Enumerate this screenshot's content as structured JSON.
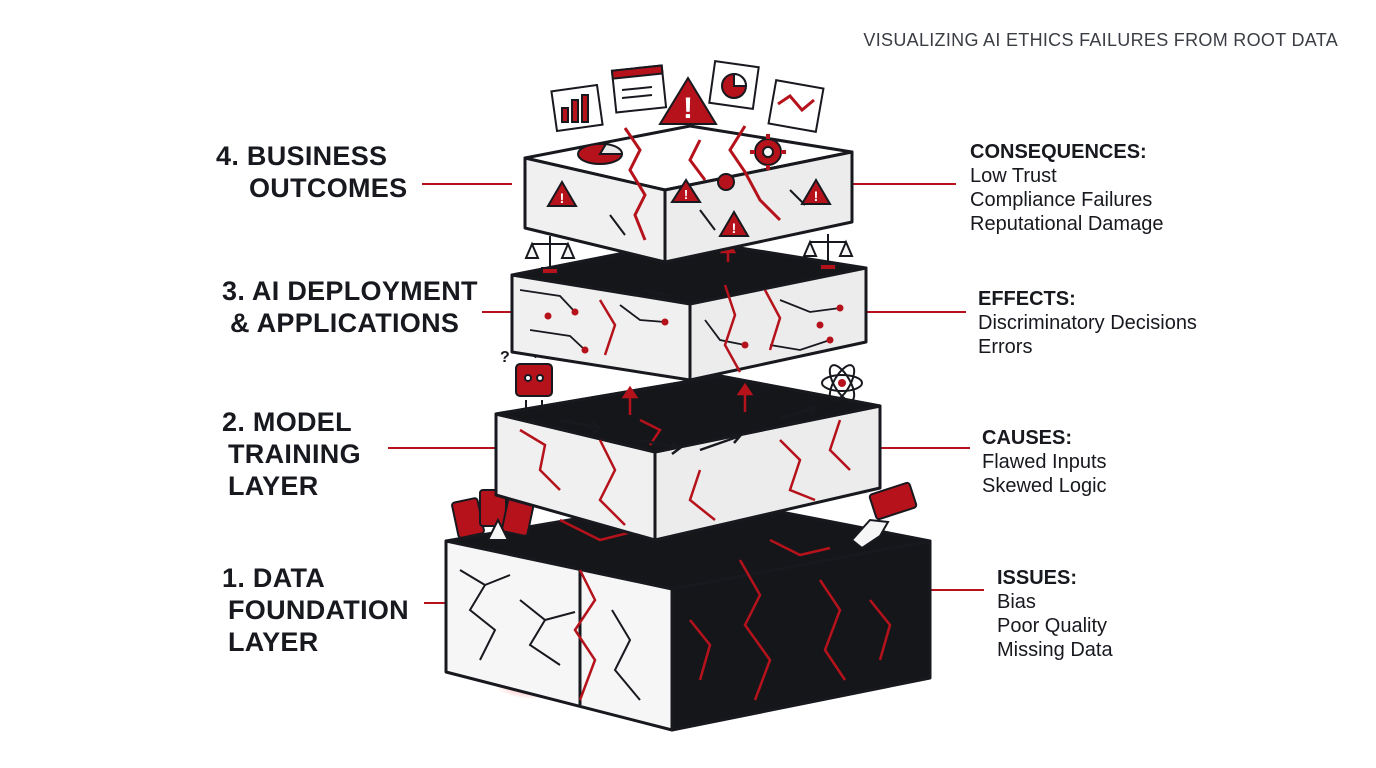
{
  "title": "VISUALIZING AI ETHICS FAILURES FROM ROOT DATA",
  "layers": [
    {
      "lines": [
        "4. BUSINESS",
        "OUTCOMES"
      ]
    },
    {
      "lines": [
        "3. AI DEPLOYMENT",
        "& APPLICATIONS"
      ]
    },
    {
      "lines": [
        "2. MODEL",
        "TRAINING",
        "LAYER"
      ]
    },
    {
      "lines": [
        "1. DATA",
        "FOUNDATION",
        "LAYER"
      ]
    }
  ],
  "annotations": [
    {
      "heading": "CONSEQUENCES:",
      "items": [
        "Low Trust",
        "Compliance Failures",
        "Reputational Damage"
      ]
    },
    {
      "heading": "EFFECTS:",
      "items": [
        "Discriminatory Decisions",
        "Errors"
      ]
    },
    {
      "heading": "CAUSES:",
      "items": [
        "Flawed Inputs",
        "Skewed Logic"
      ]
    },
    {
      "heading": "ISSUES:",
      "items": [
        "Bias",
        "Poor Quality",
        "Missing Data"
      ]
    }
  ],
  "colors": {
    "accent": "#b5121b",
    "ink": "#17191f",
    "face": "#f2f2f2",
    "dark": "#15161a"
  },
  "icons": [
    "bar-chart-icon",
    "report-icon",
    "warning-icon",
    "pie-chart-icon",
    "trend-chart-icon",
    "gear-icon",
    "scales-icon",
    "robot-icon",
    "atom-icon",
    "cards-icon",
    "hand-icon"
  ]
}
